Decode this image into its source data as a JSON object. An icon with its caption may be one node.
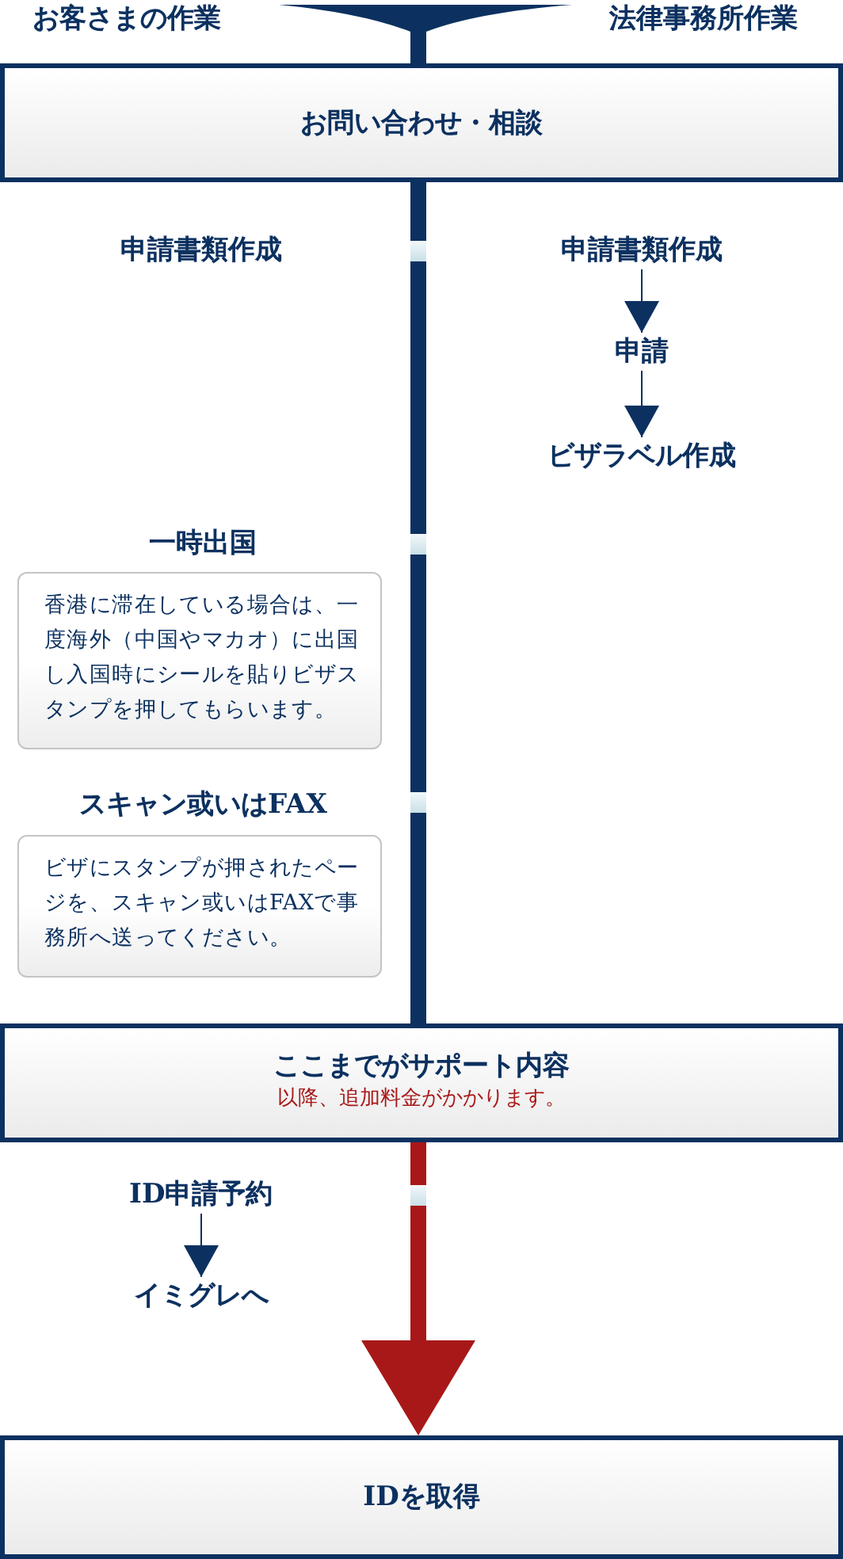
{
  "diagram": {
    "nodes": [
      {
        "text": [
          "お問い合わせ・相談"
        ]
      },
      {
        "text": [
          "申請書類作成"
        ]
      },
      {
        "text": [
          "申請書類作成"
        ]
      },
      {
        "text": [
          "申請"
        ]
      },
      {
        "text": [
          "ビザラベル作成"
        ]
      },
      {
        "text": [
          "一時出国",
          "香港に滞在している場合は、一度海外（中国やマカオ）に出国し入国時にシールを貼りビザスタンプを押してもらいます。"
        ]
      },
      {
        "text": [
          "スキャン或いはFAX",
          "ビザにスタンプが押されたページを、スキャン或いはFAXで事務所へ送ってください。"
        ]
      },
      {
        "text": [
          "ここまでがサポート内容",
          "以降、追加料金がかかります。"
        ]
      },
      {
        "text": [
          "ID申請予約"
        ]
      },
      {
        "text": [
          "イミグレへ"
        ]
      },
      {
        "text": [
          "IDを取得"
        ]
      }
    ],
    "edges": [
      {
        "from": null,
        "to": 0,
        "arrow": "to",
        "style": "thick"
      },
      {
        "from": 0,
        "to": 7,
        "arrow": "none",
        "style": "thick"
      },
      {
        "from": 2,
        "to": 3,
        "arrow": "to"
      },
      {
        "from": 3,
        "to": 4,
        "arrow": "to"
      },
      {
        "from": 8,
        "to": 9,
        "arrow": "to"
      },
      {
        "from": 7,
        "to": 10,
        "arrow": "to",
        "style": "thick",
        "color": "#a81818"
      }
    ],
    "labels": [
      "お客さまの作業",
      "法律事務所作業"
    ]
  }
}
